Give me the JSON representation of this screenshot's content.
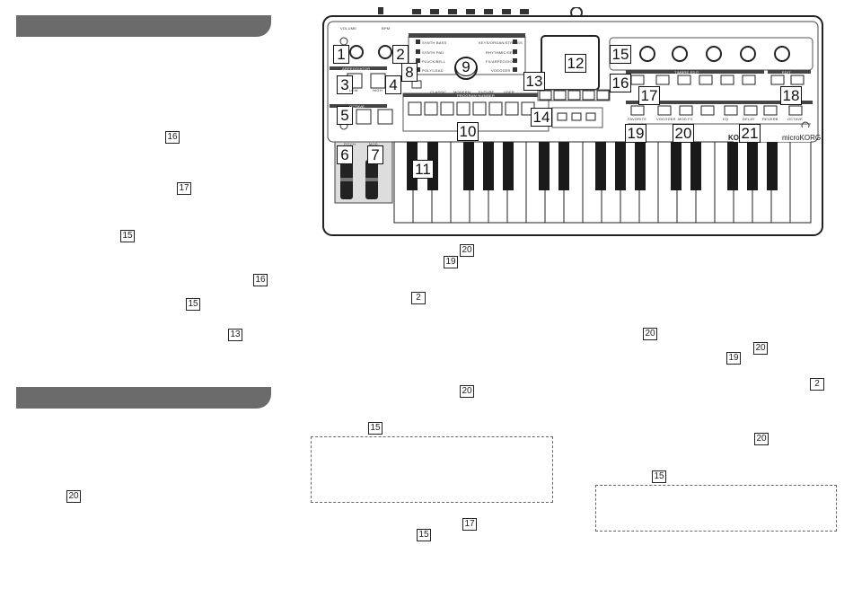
{
  "colors": {
    "section_bar": "#6b6b6b",
    "panel": "#ffffff",
    "panel_frame": "#222222",
    "key_black": "#1a1a1a"
  },
  "brand": {
    "maker": "KORG",
    "model": "microKORG"
  },
  "panel_labels": [
    "VOLUME",
    "BPM",
    "PROGRAM SELECT",
    "ARPEGGIATOR",
    "OCTAVE",
    "LOW",
    "HIGH",
    "FAVORITE",
    "CLASSIC",
    "MODERN",
    "FUTURE",
    "USER",
    "PROGRAM NUMBER",
    "PITCH",
    "MOD",
    "TIMBRE EDIT",
    "EDIT",
    "VOCODER",
    "MOD FX",
    "EQ",
    "DELAY",
    "REVERB",
    "OCTAVE"
  ],
  "category_left": [
    "SYNTH BASS",
    "SYNTH PAD",
    "PLUCK/BELL",
    "POLY/LEAD"
  ],
  "category_right": [
    "KEYS/ORGAN/STRINGS",
    "RHYTHMIC/SEQ",
    "FX/ARPEGGIO",
    "VOCODER"
  ],
  "callouts": [
    "1",
    "2",
    "3",
    "4",
    "5",
    "6",
    "7",
    "8",
    "9",
    "10",
    "11",
    "12",
    "13",
    "14",
    "15",
    "16",
    "17",
    "18",
    "19",
    "20",
    "21"
  ],
  "margin_refs": {
    "left": [
      "16",
      "17",
      "15",
      "16",
      "15",
      "13",
      "20"
    ],
    "middle": [
      "20",
      "19",
      "2",
      "20",
      "15",
      "17",
      "15"
    ],
    "right": [
      "20",
      "20",
      "19",
      "2",
      "20",
      "15"
    ]
  }
}
